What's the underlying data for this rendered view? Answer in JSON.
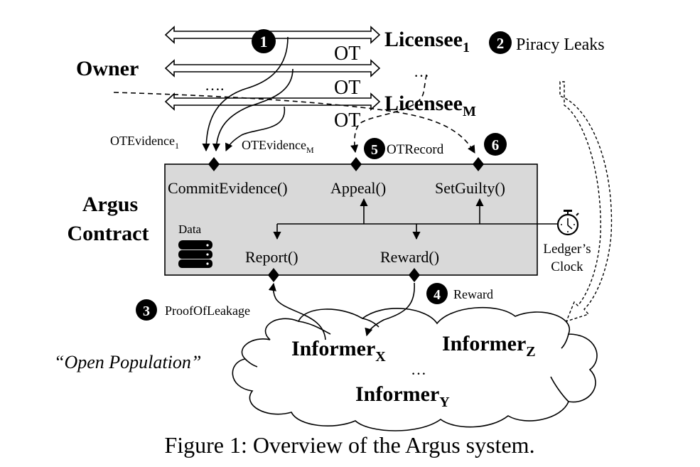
{
  "diagram": {
    "owner_label": "Owner",
    "licensee_first": {
      "name": "Licensee",
      "subscript": "1"
    },
    "licensee_last": {
      "name": "Licensee",
      "subscript": "M"
    },
    "licensee_ellipsis": "…",
    "owner_ellipsis": "….",
    "ot_labels": [
      "OT",
      "OT",
      "OT"
    ],
    "steps": [
      {
        "number": "1",
        "label": ""
      },
      {
        "number": "2",
        "label": "Piracy Leaks"
      },
      {
        "number": "3",
        "label": "ProofOfLeakage"
      },
      {
        "number": "4",
        "label": "Reward"
      },
      {
        "number": "5",
        "label": "OTRecord"
      },
      {
        "number": "6",
        "label": ""
      }
    ],
    "evidence_first": {
      "name": "OTEvidence",
      "subscript": "1"
    },
    "evidence_last": {
      "name": "OTEvidence",
      "subscript": "M"
    },
    "contract": {
      "title_line1": "Argus",
      "title_line2": "Contract",
      "data_label": "Data",
      "functions": {
        "commit_evidence": "CommitEvidence()",
        "appeal": "Appeal()",
        "set_guilty": "SetGuilty()",
        "report": "Report()",
        "reward": "Reward()"
      },
      "box_fill": "#d9d9d9"
    },
    "clock": {
      "line1": "Ledger’s",
      "line2": "Clock"
    },
    "population_label": "“Open Population”",
    "informers": [
      {
        "name": "Informer",
        "subscript": "X"
      },
      {
        "name": "Informer",
        "subscript": "Z"
      },
      {
        "name": "Informer",
        "subscript": "Y"
      }
    ],
    "informer_ellipsis": "…"
  },
  "caption": "Figure 1: Overview of the Argus system."
}
